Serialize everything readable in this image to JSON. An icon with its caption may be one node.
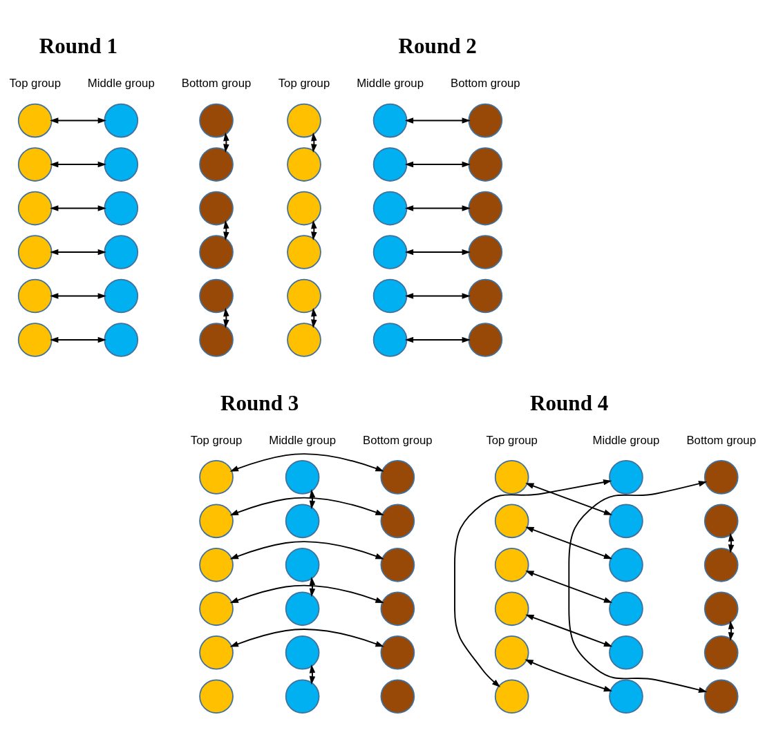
{
  "diagram": {
    "nodes": [
      {
        "text": [],
        "shape": "circle"
      },
      {
        "text": [],
        "shape": "circle"
      },
      {
        "text": [],
        "shape": "circle"
      },
      {
        "text": [],
        "shape": "circle"
      },
      {
        "text": [],
        "shape": "circle"
      },
      {
        "text": [],
        "shape": "circle"
      },
      {
        "text": [],
        "shape": "circle"
      },
      {
        "text": [],
        "shape": "circle"
      },
      {
        "text": [],
        "shape": "circle"
      },
      {
        "text": [],
        "shape": "circle"
      },
      {
        "text": [],
        "shape": "circle"
      },
      {
        "text": [],
        "shape": "circle"
      },
      {
        "text": [],
        "shape": "circle"
      },
      {
        "text": [],
        "shape": "circle"
      },
      {
        "text": [],
        "shape": "circle"
      },
      {
        "text": [],
        "shape": "circle"
      },
      {
        "text": [],
        "shape": "circle"
      },
      {
        "text": [],
        "shape": "circle"
      },
      {
        "text": [],
        "shape": "circle"
      },
      {
        "text": [],
        "shape": "circle"
      },
      {
        "text": [],
        "shape": "circle"
      },
      {
        "text": [],
        "shape": "circle"
      },
      {
        "text": [],
        "shape": "circle"
      },
      {
        "text": [],
        "shape": "circle"
      },
      {
        "text": [],
        "shape": "circle"
      },
      {
        "text": [],
        "shape": "circle"
      },
      {
        "text": [],
        "shape": "circle"
      },
      {
        "text": [],
        "shape": "circle"
      },
      {
        "text": [],
        "shape": "circle"
      },
      {
        "text": [],
        "shape": "circle"
      },
      {
        "text": [],
        "shape": "circle"
      },
      {
        "text": [],
        "shape": "circle"
      },
      {
        "text": [],
        "shape": "circle"
      },
      {
        "text": [],
        "shape": "circle"
      },
      {
        "text": [],
        "shape": "circle"
      },
      {
        "text": [],
        "shape": "circle"
      },
      {
        "text": [],
        "shape": "circle"
      },
      {
        "text": [],
        "shape": "circle"
      },
      {
        "text": [],
        "shape": "circle"
      },
      {
        "text": [],
        "shape": "circle"
      },
      {
        "text": [],
        "shape": "circle"
      },
      {
        "text": [],
        "shape": "circle"
      },
      {
        "text": [],
        "shape": "circle"
      },
      {
        "text": [],
        "shape": "circle"
      },
      {
        "text": [],
        "shape": "circle"
      },
      {
        "text": [],
        "shape": "circle"
      },
      {
        "text": [],
        "shape": "circle"
      },
      {
        "text": [],
        "shape": "circle"
      },
      {
        "text": [],
        "shape": "circle"
      },
      {
        "text": [],
        "shape": "circle"
      },
      {
        "text": [],
        "shape": "circle"
      },
      {
        "text": [],
        "shape": "circle"
      },
      {
        "text": [],
        "shape": "circle"
      },
      {
        "text": [],
        "shape": "circle"
      },
      {
        "text": [],
        "shape": "circle"
      },
      {
        "text": [],
        "shape": "circle"
      },
      {
        "text": [],
        "shape": "circle"
      },
      {
        "text": [],
        "shape": "circle"
      },
      {
        "text": [],
        "shape": "circle"
      },
      {
        "text": [],
        "shape": "circle"
      },
      {
        "text": [],
        "shape": "circle"
      },
      {
        "text": [],
        "shape": "circle"
      },
      {
        "text": [],
        "shape": "circle"
      },
      {
        "text": [],
        "shape": "circle"
      },
      {
        "text": [],
        "shape": "circle"
      },
      {
        "text": [],
        "shape": "circle"
      },
      {
        "text": [],
        "shape": "circle"
      },
      {
        "text": [],
        "shape": "circle"
      },
      {
        "text": [],
        "shape": "circle"
      },
      {
        "text": [],
        "shape": "circle"
      },
      {
        "text": [],
        "shape": "circle"
      },
      {
        "text": [],
        "shape": "circle"
      }
    ],
    "edges": [
      {
        "from": 0,
        "to": 6,
        "arrow": "both"
      },
      {
        "from": 1,
        "to": 7,
        "arrow": "both"
      },
      {
        "from": 2,
        "to": 8,
        "arrow": "both"
      },
      {
        "from": 3,
        "to": 9,
        "arrow": "both"
      },
      {
        "from": 4,
        "to": 10,
        "arrow": "both"
      },
      {
        "from": 5,
        "to": 11,
        "arrow": "both"
      },
      {
        "from": 12,
        "to": 13,
        "arrow": "both"
      },
      {
        "from": 14,
        "to": 15,
        "arrow": "both"
      },
      {
        "from": 16,
        "to": 17,
        "arrow": "both"
      },
      {
        "from": 18,
        "to": 19,
        "arrow": "both"
      },
      {
        "from": 20,
        "to": 21,
        "arrow": "both"
      },
      {
        "from": 22,
        "to": 23,
        "arrow": "both"
      },
      {
        "from": 24,
        "to": 30,
        "arrow": "both"
      },
      {
        "from": 25,
        "to": 31,
        "arrow": "both"
      },
      {
        "from": 26,
        "to": 32,
        "arrow": "both"
      },
      {
        "from": 27,
        "to": 33,
        "arrow": "both"
      },
      {
        "from": 28,
        "to": 34,
        "arrow": "both"
      },
      {
        "from": 29,
        "to": 35,
        "arrow": "both"
      },
      {
        "from": 36,
        "to": 48,
        "arrow": "both"
      },
      {
        "from": 37,
        "to": 49,
        "arrow": "both"
      },
      {
        "from": 38,
        "to": 50,
        "arrow": "both"
      },
      {
        "from": 39,
        "to": 51,
        "arrow": "both"
      },
      {
        "from": 40,
        "to": 52,
        "arrow": "both"
      },
      {
        "from": 42,
        "to": 43,
        "arrow": "both"
      },
      {
        "from": 44,
        "to": 45,
        "arrow": "both"
      },
      {
        "from": 46,
        "to": 47,
        "arrow": "both"
      },
      {
        "from": 54,
        "to": 61,
        "arrow": "both"
      },
      {
        "from": 55,
        "to": 62,
        "arrow": "both"
      },
      {
        "from": 56,
        "to": 63,
        "arrow": "both"
      },
      {
        "from": 57,
        "to": 64,
        "arrow": "both"
      },
      {
        "from": 58,
        "to": 65,
        "arrow": "both"
      },
      {
        "from": 59,
        "to": 60,
        "arrow": "both"
      },
      {
        "from": 66,
        "to": 71,
        "arrow": "both"
      },
      {
        "from": 67,
        "to": 68,
        "arrow": "both"
      },
      {
        "from": 69,
        "to": 70,
        "arrow": "both"
      }
    ],
    "labels": [
      "Round 1",
      "Round 2",
      "Top group",
      "Middle group",
      "Bottom group",
      "Top group",
      "Middle group",
      "Bottom group",
      "Round 3",
      "Round 4",
      "Top group",
      "Middle group",
      "Bottom group",
      "Top group",
      "Middle group",
      "Bottom group"
    ]
  }
}
